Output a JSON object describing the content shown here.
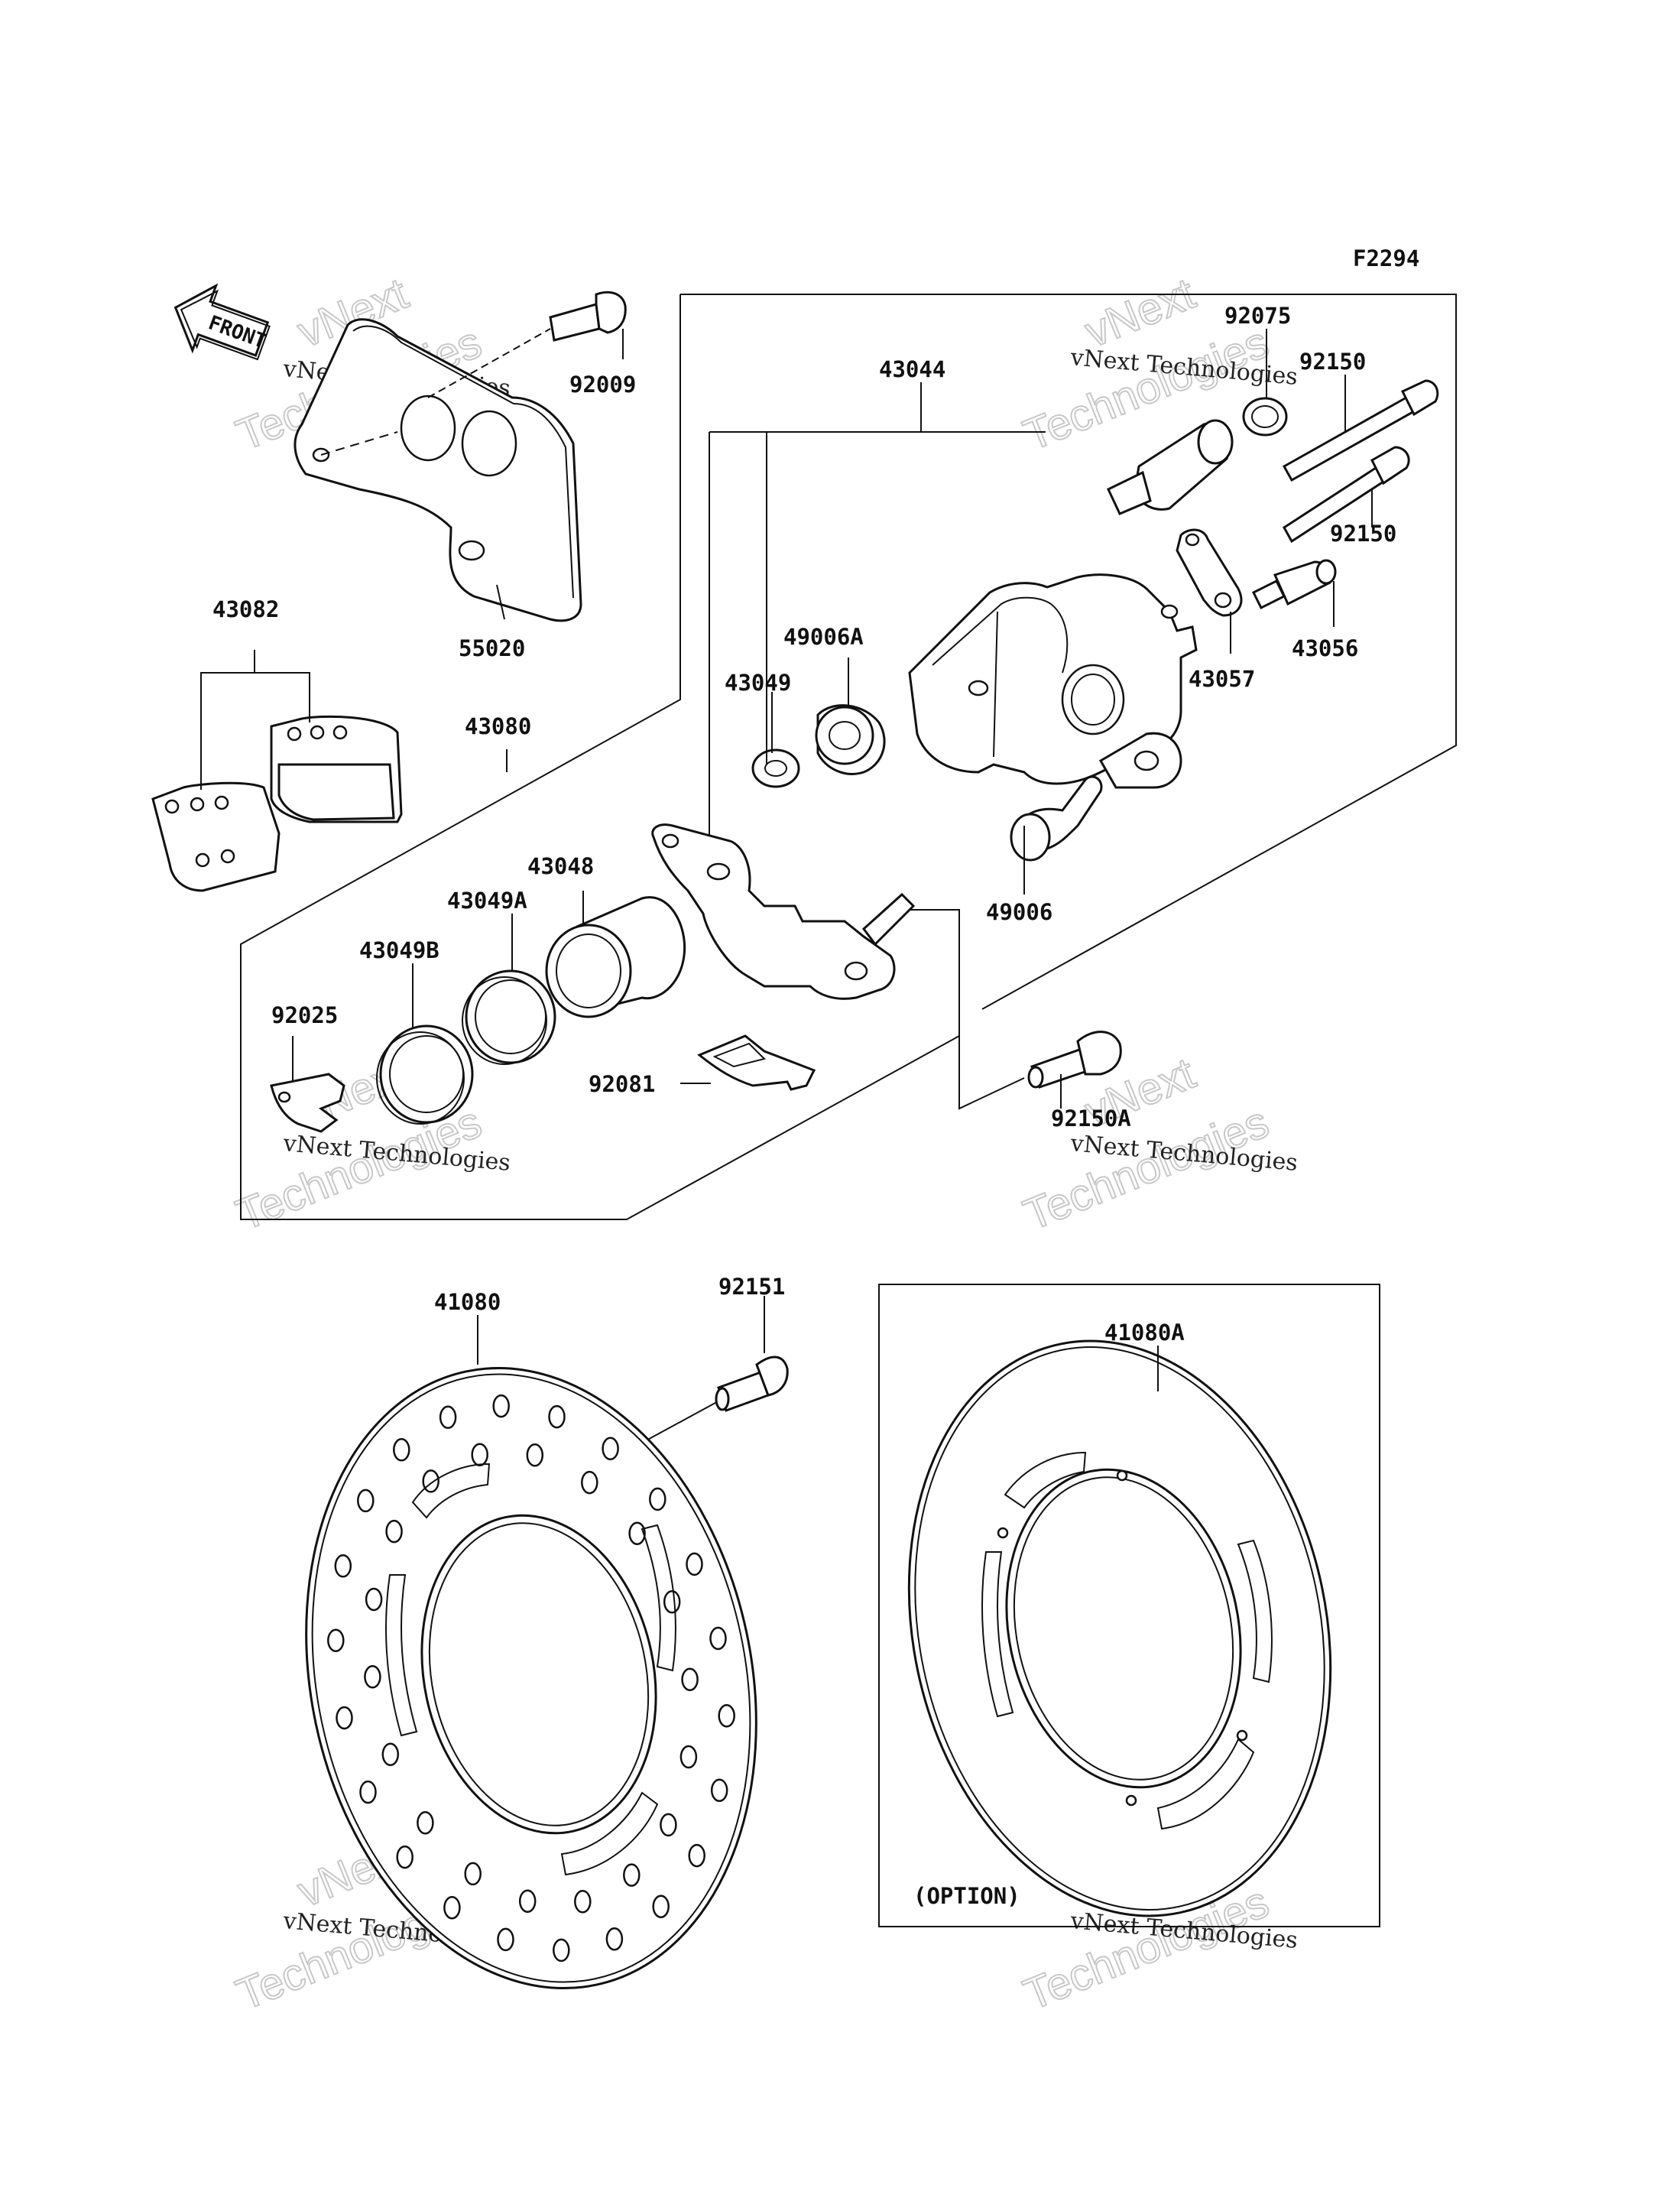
{
  "figure_code": "F2294",
  "front_marker": "FRONT",
  "parts": {
    "p92009": "92009",
    "p55020": "55020",
    "p43082": "43082",
    "p43080": "43080",
    "p43044": "43044",
    "p92075": "92075",
    "p92150_top": "92150",
    "p92150_bottom": "92150",
    "p49006A": "49006A",
    "p43049": "43049",
    "p43057": "43057",
    "p43056": "43056",
    "p43048": "43048",
    "p43049A": "43049A",
    "p43049B": "43049B",
    "p92025": "92025",
    "p92081": "92081",
    "p49006": "49006",
    "p92150A": "92150A",
    "p92151": "92151",
    "p41080": "41080",
    "p41080A": "41080A"
  },
  "option_label": "(OPTION)",
  "watermark": {
    "line1": "vNext Technologies",
    "line2": "vNext",
    "line3": "Technologies"
  }
}
